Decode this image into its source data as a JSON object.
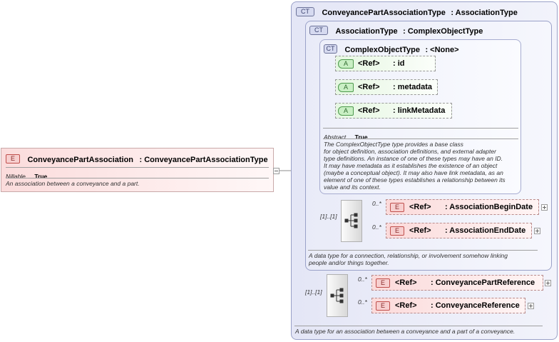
{
  "root": {
    "badge": "E",
    "name": "ConveyancePartAssociation",
    "type": ": ConveyancePartAssociationType",
    "nillable_label": "Nillable",
    "nillable_value": "True",
    "doc": "An association between a conveyance and a part."
  },
  "outer_ct": {
    "badge": "CT",
    "name": "ConveyancePartAssociationType",
    "base": ": AssociationType",
    "doc": "A data type for an association between a conveyance and a part of a conveyance.",
    "seq_cardinality": "[1]..[1]",
    "elements": [
      {
        "badge": "E",
        "cardinality": "0..*",
        "ref": "<Ref>",
        "type": ": ConveyancePartReference"
      },
      {
        "badge": "E",
        "cardinality": "0..*",
        "ref": "<Ref>",
        "type": ": ConveyanceReference"
      }
    ]
  },
  "mid_ct": {
    "badge": "CT",
    "name": "AssociationType",
    "base": ": ComplexObjectType",
    "doc_line1": "A data type for a connection, relationship, or involvement somehow linking",
    "doc_line2": "people and/or things together.",
    "seq_cardinality": "[1]..[1]",
    "elements": [
      {
        "badge": "E",
        "cardinality": "0..*",
        "ref": "<Ref>",
        "type": ": AssociationBeginDate"
      },
      {
        "badge": "E",
        "cardinality": "0..*",
        "ref": "<Ref>",
        "type": ": AssociationEndDate"
      }
    ]
  },
  "inner_ct": {
    "badge": "CT",
    "name": "ComplexObjectType",
    "base": ": <None>",
    "attributes": [
      {
        "badge": "A",
        "ref": "<Ref>",
        "type": ": id"
      },
      {
        "badge": "A",
        "ref": "<Ref>",
        "type": ": metadata"
      },
      {
        "badge": "A",
        "ref": "<Ref>",
        "type": ": linkMetadata"
      }
    ],
    "abstract_label": "Abstract",
    "abstract_value": "True",
    "doc_lines": [
      "The ComplexObjectType type provides a base class",
      "for object definition, association definitions, and external adapter",
      "type definitions. An instance of one of these types may have an ID.",
      "It may have metadata as it establishes the existence of an object",
      "(maybe a conceptual object). It may also have link metadata, as an",
      "element of one of these types establishes a relationship between its",
      "value and its context."
    ]
  },
  "colors": {
    "ct_border": "#9aa1c8",
    "element_fill": "#fbdada",
    "attribute_fill": "#e6f7e2"
  }
}
